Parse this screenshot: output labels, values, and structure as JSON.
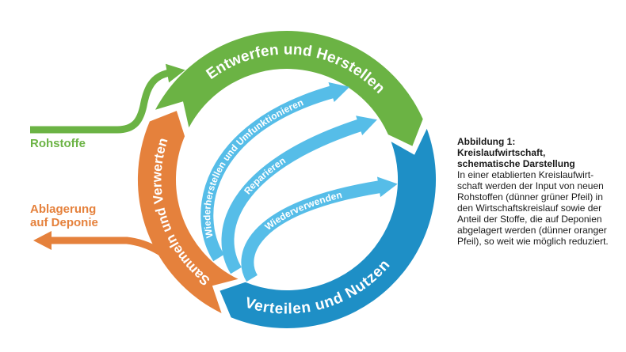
{
  "colors": {
    "green": "#6BB344",
    "blue": "#1E8FC6",
    "orange": "#E5813C",
    "light_blue": "#56BDE8",
    "text_dark": "#1A1A1A"
  },
  "ring": {
    "design_label": "Entwerfen und Herstellen",
    "use_label": "Verteilen und Nutzen",
    "collect_label": "Sammeln und Verwerten"
  },
  "inner_arrows": {
    "refurbish_label": "Wiederherstellen und Umfunktionieren",
    "repair_label": "Reparieren",
    "reuse_label": "Wiederverwenden"
  },
  "side_labels": {
    "raw_materials": "Rohstoffe",
    "landfill_line1": "Ablagerung",
    "landfill_line2": "auf Deponie"
  },
  "caption": {
    "heading_lines": [
      "Abbildung 1:",
      "Kreislaufwirtschaft,",
      "schematische Darstellung"
    ],
    "body_lines": [
      "In einer etablierten Kreislaufwirt-",
      "schaft werden der Input von neuen",
      "Rohstoffen (dünner grüner Pfeil) in",
      "den Wirtschaftskreislauf sowie der",
      "Anteil der Stoffe, die auf Deponien",
      "abgelagert werden (dünner oranger",
      "Pfeil), so weit wie möglich reduziert."
    ]
  }
}
